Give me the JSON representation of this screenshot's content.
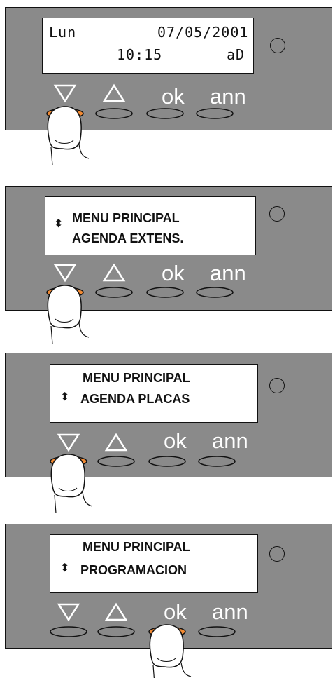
{
  "colors": {
    "housing": "#8a8a8a",
    "highlight": "#f28a33",
    "outline": "#111111",
    "label": "#ffffff"
  },
  "buttons": {
    "down_icon": "down-triangle-icon",
    "up_icon": "up-triangle-icon",
    "ok": "ok",
    "ann": "ann"
  },
  "steps": [
    {
      "line1_left": "Lun",
      "line1_right": "07/05/2001",
      "line2_left": "10:15",
      "line2_right": "aD",
      "pressed": "down"
    },
    {
      "line1": "MENU PRINCIPAL",
      "line2": "AGENDA EXTENS.",
      "arrows": "⬍",
      "pressed": "down"
    },
    {
      "line1": "MENU PRINCIPAL",
      "line2": "AGENDA PLACAS",
      "arrows": "⬍",
      "pressed": "down"
    },
    {
      "line1": "MENU PRINCIPAL",
      "line2": "PROGRAMACION",
      "arrows": "⬍",
      "pressed": "ok"
    }
  ]
}
